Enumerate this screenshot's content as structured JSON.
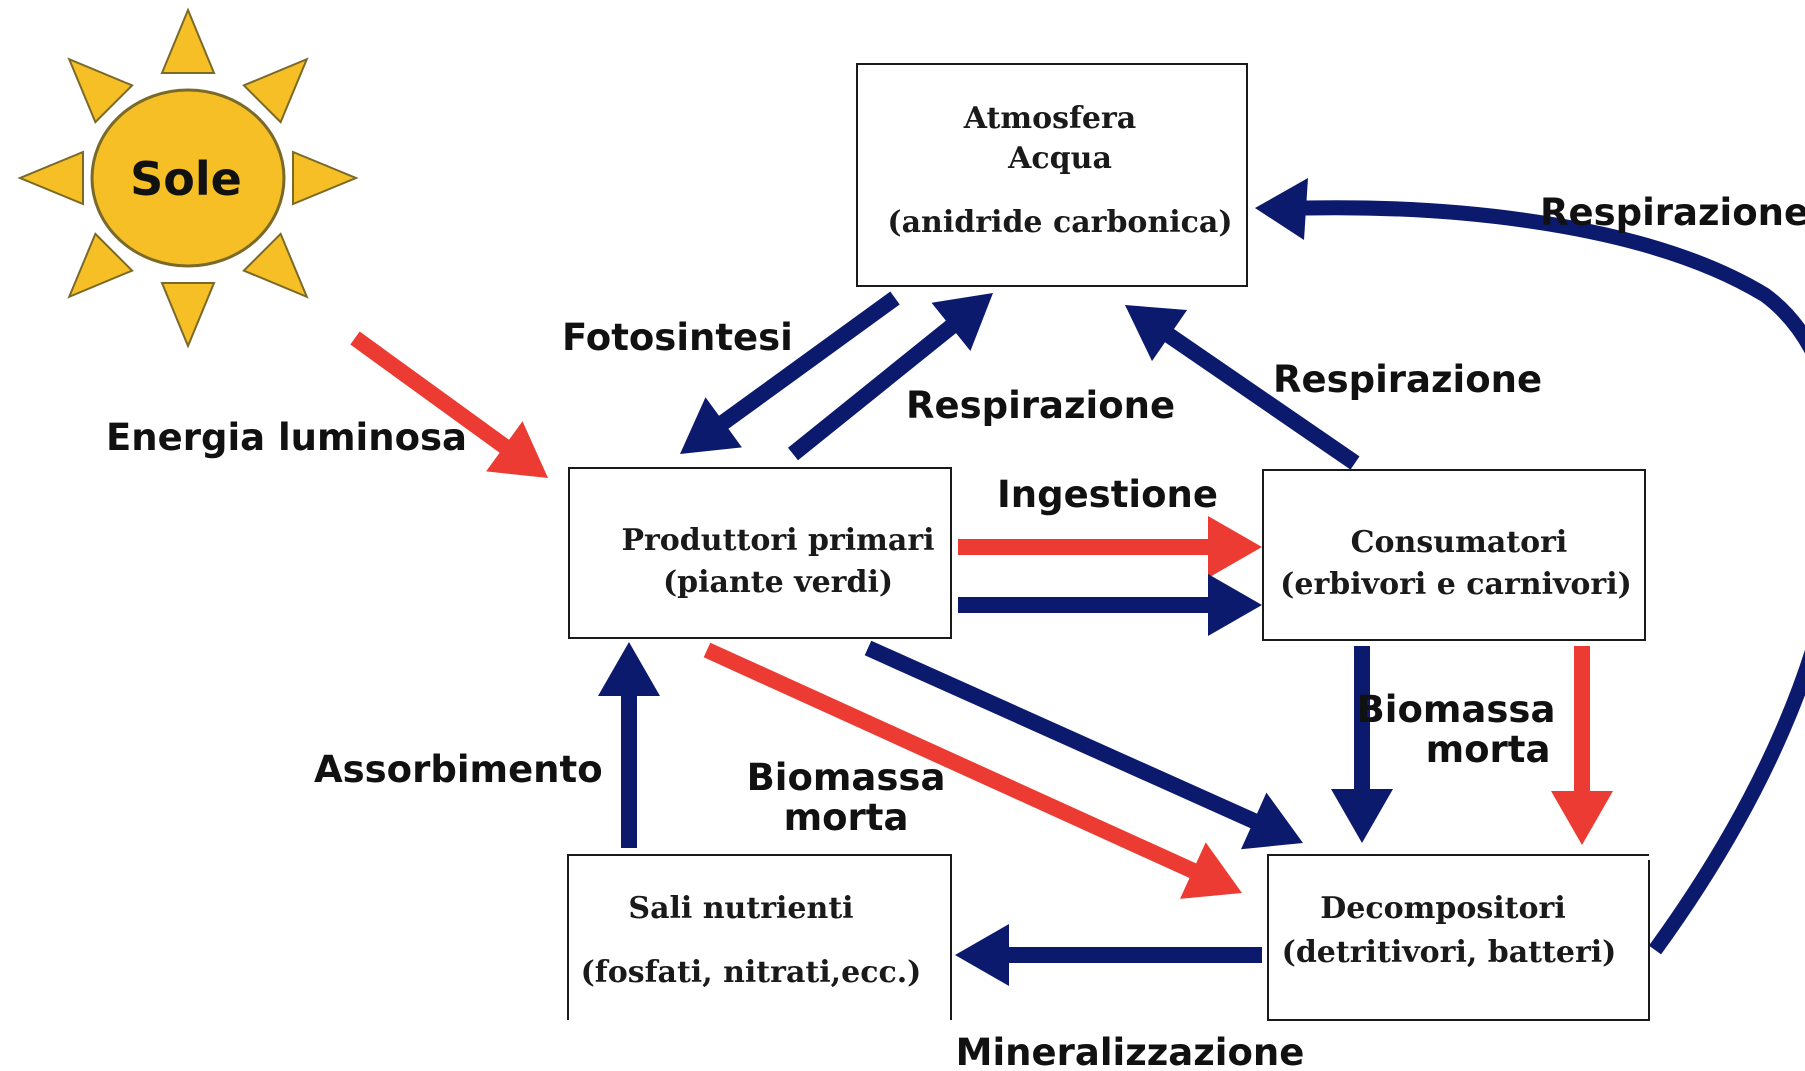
{
  "colors": {
    "blue": "#0c1a6e",
    "red": "#ec3b32",
    "sun_fill": "#f6bf26",
    "sun_stroke": "#7a6a2a"
  },
  "sun": {
    "label": "Sole",
    "icon": "sun-icon"
  },
  "boxes": {
    "atmosphere": {
      "line1": "Atmosfera",
      "line2": "Acqua",
      "line3": "(anidride carbonica)"
    },
    "producers": {
      "line1": "Produttori primari",
      "line2": "(piante verdi)"
    },
    "consumers": {
      "line1": "Consumatori",
      "line2": "(erbivori e carnivori)"
    },
    "nutrients": {
      "line1": "Sali nutrienti",
      "line2": "(fosfati, nitrati,ecc.)"
    },
    "decomposers": {
      "line1": "Decompositori",
      "line2": "(detritivori, batteri)"
    }
  },
  "labels": {
    "light_energy": "Energia luminosa",
    "photosynthesis": "Fotosintesi",
    "respiration_producers": "Respirazione",
    "respiration_consumers": "Respirazione",
    "respiration_decomposers": "Respirazione",
    "ingestion": "Ingestione",
    "absorption": "Assorbimento",
    "dead_biomass_left_1": "Biomassa",
    "dead_biomass_left_2": "morta",
    "dead_biomass_right_1": "Biomassa",
    "dead_biomass_right_2": "morta",
    "mineralization": "Mineralizzazione"
  }
}
